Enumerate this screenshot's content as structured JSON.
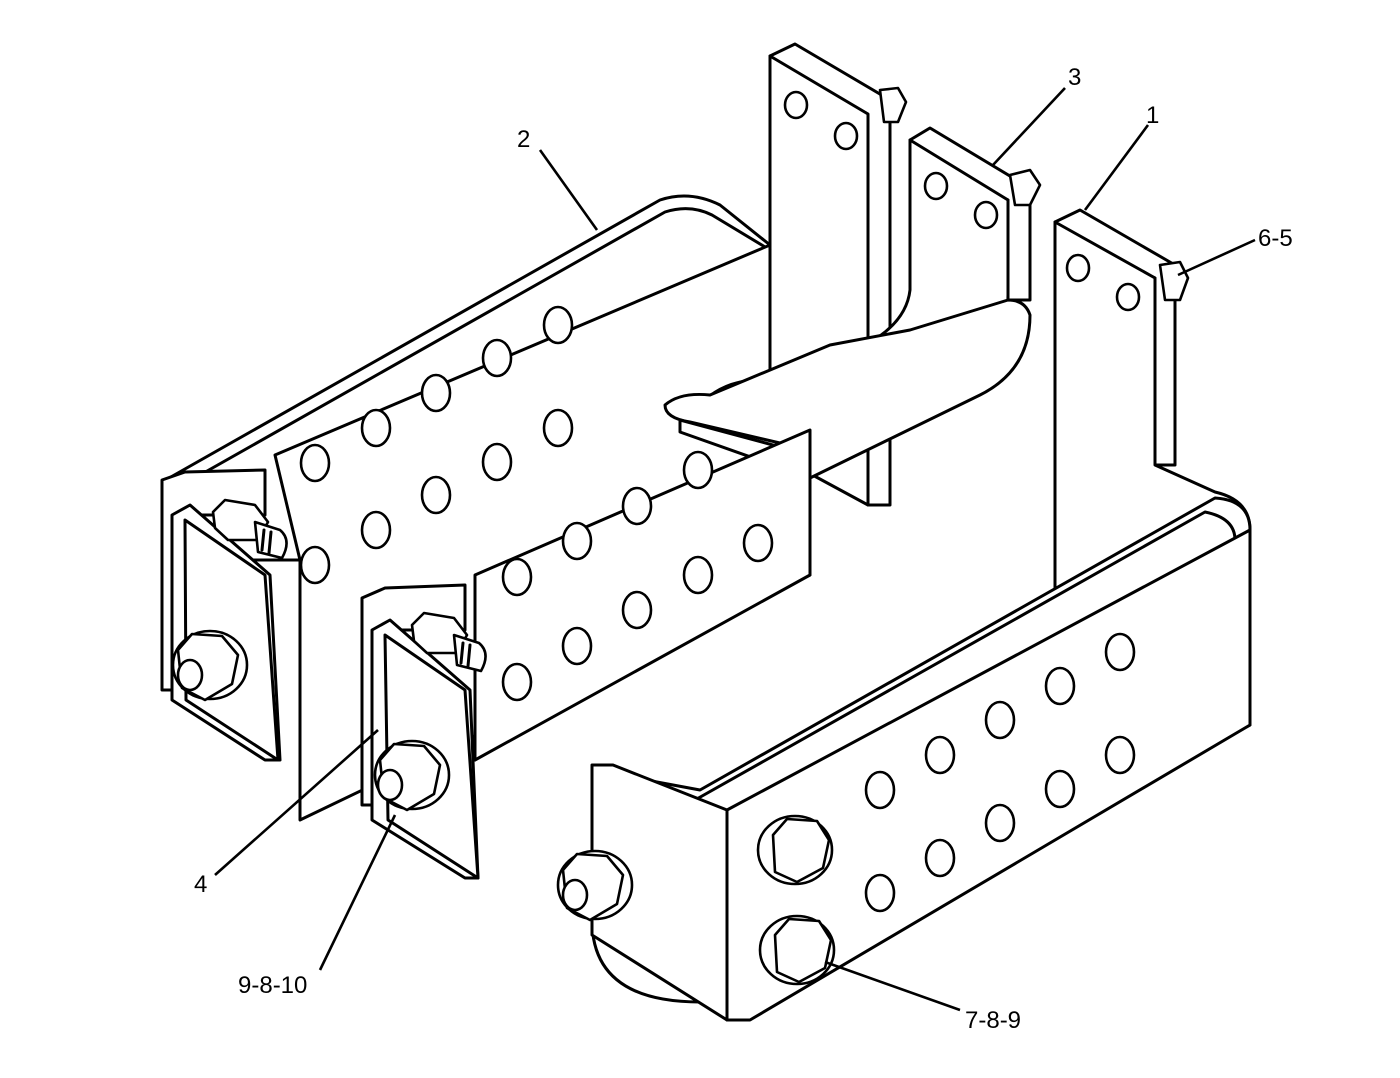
{
  "diagram": {
    "callouts": [
      {
        "id": "c1",
        "text": "1"
      },
      {
        "id": "c2",
        "text": "2"
      },
      {
        "id": "c3",
        "text": "3"
      },
      {
        "id": "c4",
        "text": "4"
      },
      {
        "id": "c65",
        "text": "6-5"
      },
      {
        "id": "c789",
        "text": "7-8-9"
      },
      {
        "id": "c9810",
        "text": "9-8-10"
      }
    ]
  }
}
